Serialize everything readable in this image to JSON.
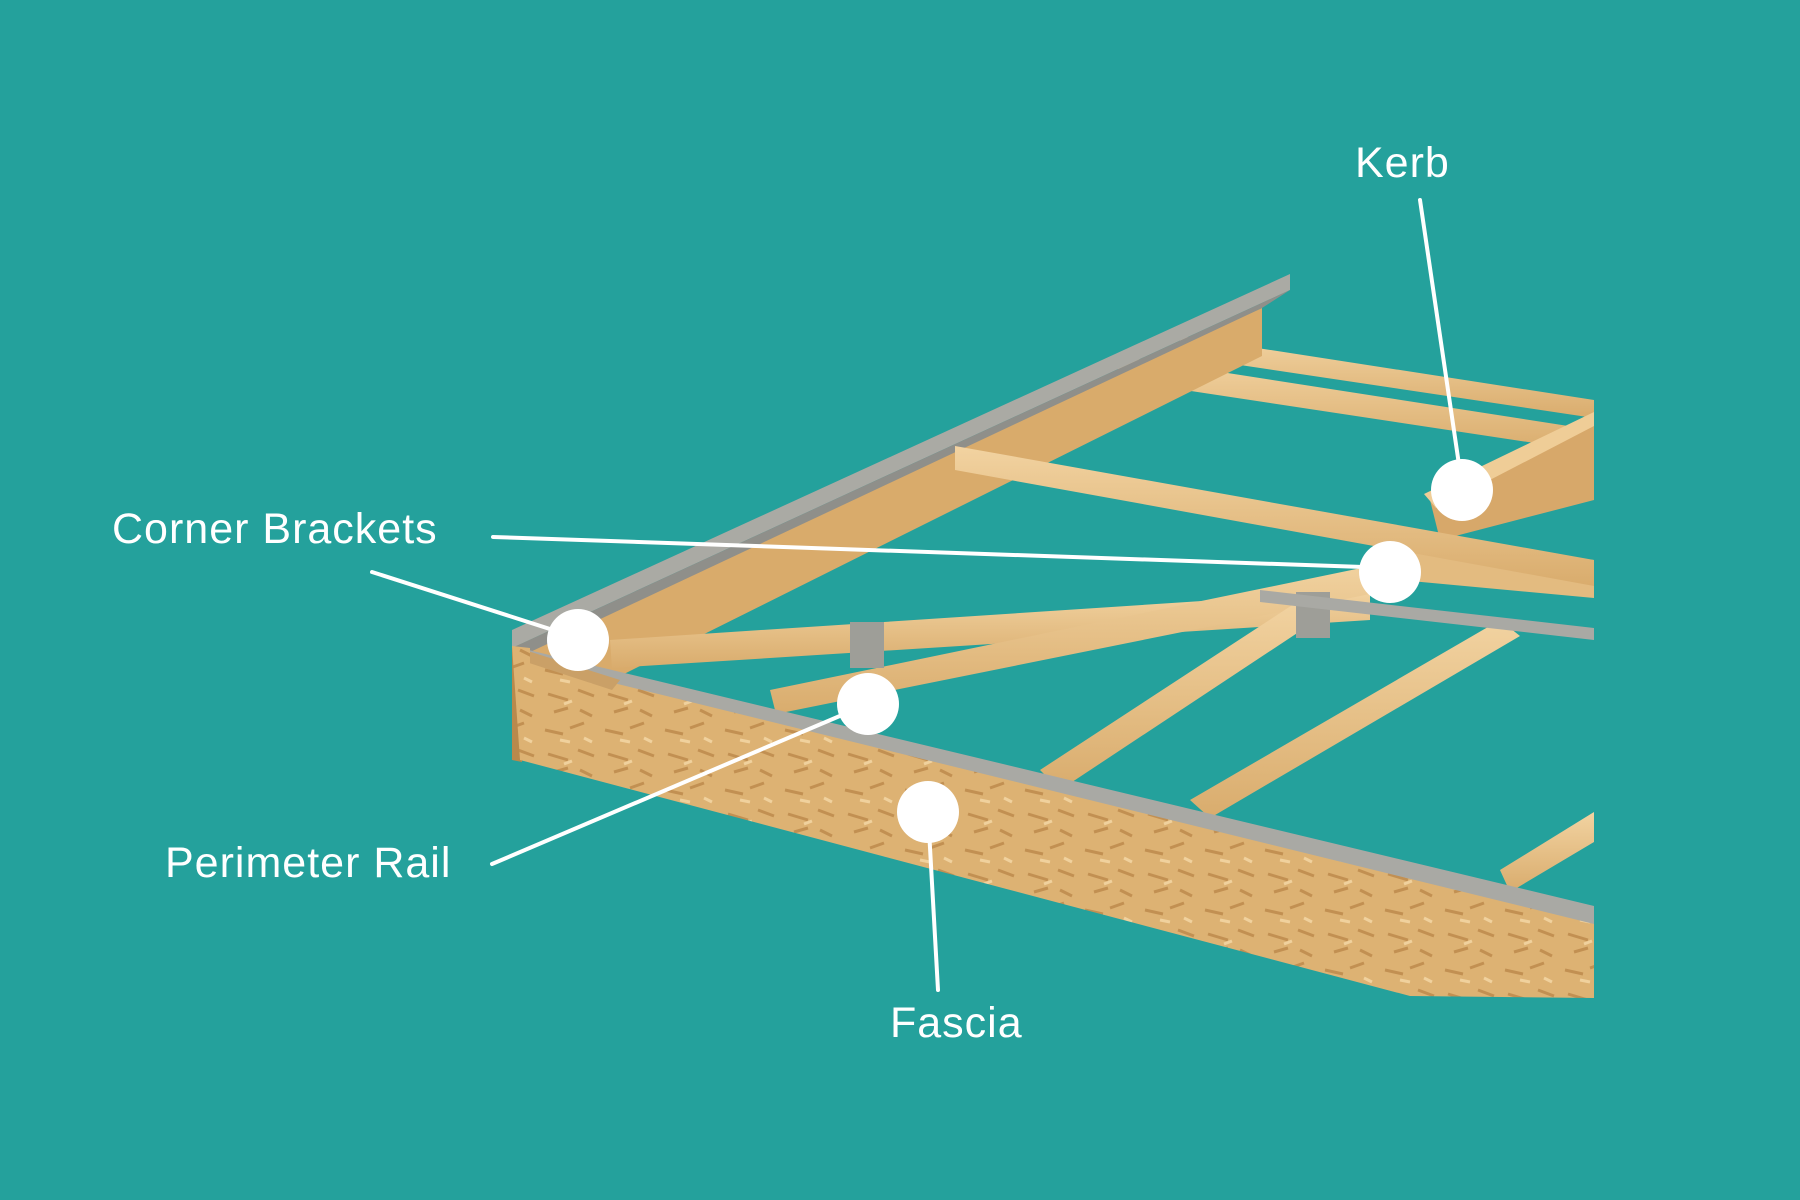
{
  "diagram": {
    "background_color": "#24a19c",
    "labels": {
      "kerb": "Kerb",
      "corner_brackets": "Corner Brackets",
      "perimeter_rail": "Perimeter Rail",
      "fascia": "Fascia"
    },
    "colors": {
      "timber": "#e8c48e",
      "timber_dark": "#d6a868",
      "osb": "#ddb273",
      "metal": "#a9a9a4",
      "callout": "#ffffff"
    }
  }
}
